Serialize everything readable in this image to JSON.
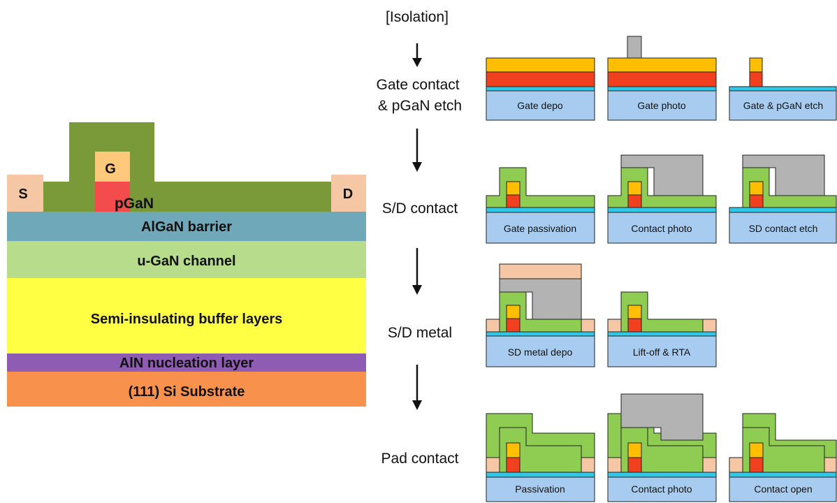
{
  "device": {
    "source_label": "S",
    "gate_label": "G",
    "pgan_label": "pGaN",
    "drain_label": "D",
    "layers": [
      "AlGaN barrier",
      "u-GaN channel",
      "Semi-insulating buffer layers",
      "AlN nucleation layer",
      "(111)  Si Substrate"
    ]
  },
  "flow": {
    "top_label": "[Isolation]",
    "steps": [
      {
        "name": "Gate contact\n& pGaN etch",
        "panels": [
          "Gate depo",
          "Gate photo",
          "Gate & pGaN etch"
        ]
      },
      {
        "name": "S/D contact",
        "panels": [
          "Gate passivation",
          "Contact photo",
          "SD contact etch"
        ]
      },
      {
        "name": "S/D metal",
        "panels": [
          "SD metal depo",
          "Lift-off & RTA"
        ]
      },
      {
        "name": "Pad contact",
        "panels": [
          "Passivation",
          "Contact photo",
          "Contact open"
        ]
      }
    ]
  },
  "colors": {
    "green": "#7a9a3a",
    "light_green": "#8fcc52",
    "gate_orange": "#ffbf00",
    "pgan_red": "#f04020",
    "pgan_red_big": "#f44c4c",
    "metal_peach": "#f5c7a4",
    "algan": "#6fa8b8",
    "ugan": "#b7dc8c",
    "buffer": "#ffff44",
    "aln": "#8f5cb4",
    "si": "#f7914b",
    "substrate_blue": "#a8ccf0",
    "cyan_line": "#30c8e8",
    "resist_gray": "#b3b3b3"
  }
}
